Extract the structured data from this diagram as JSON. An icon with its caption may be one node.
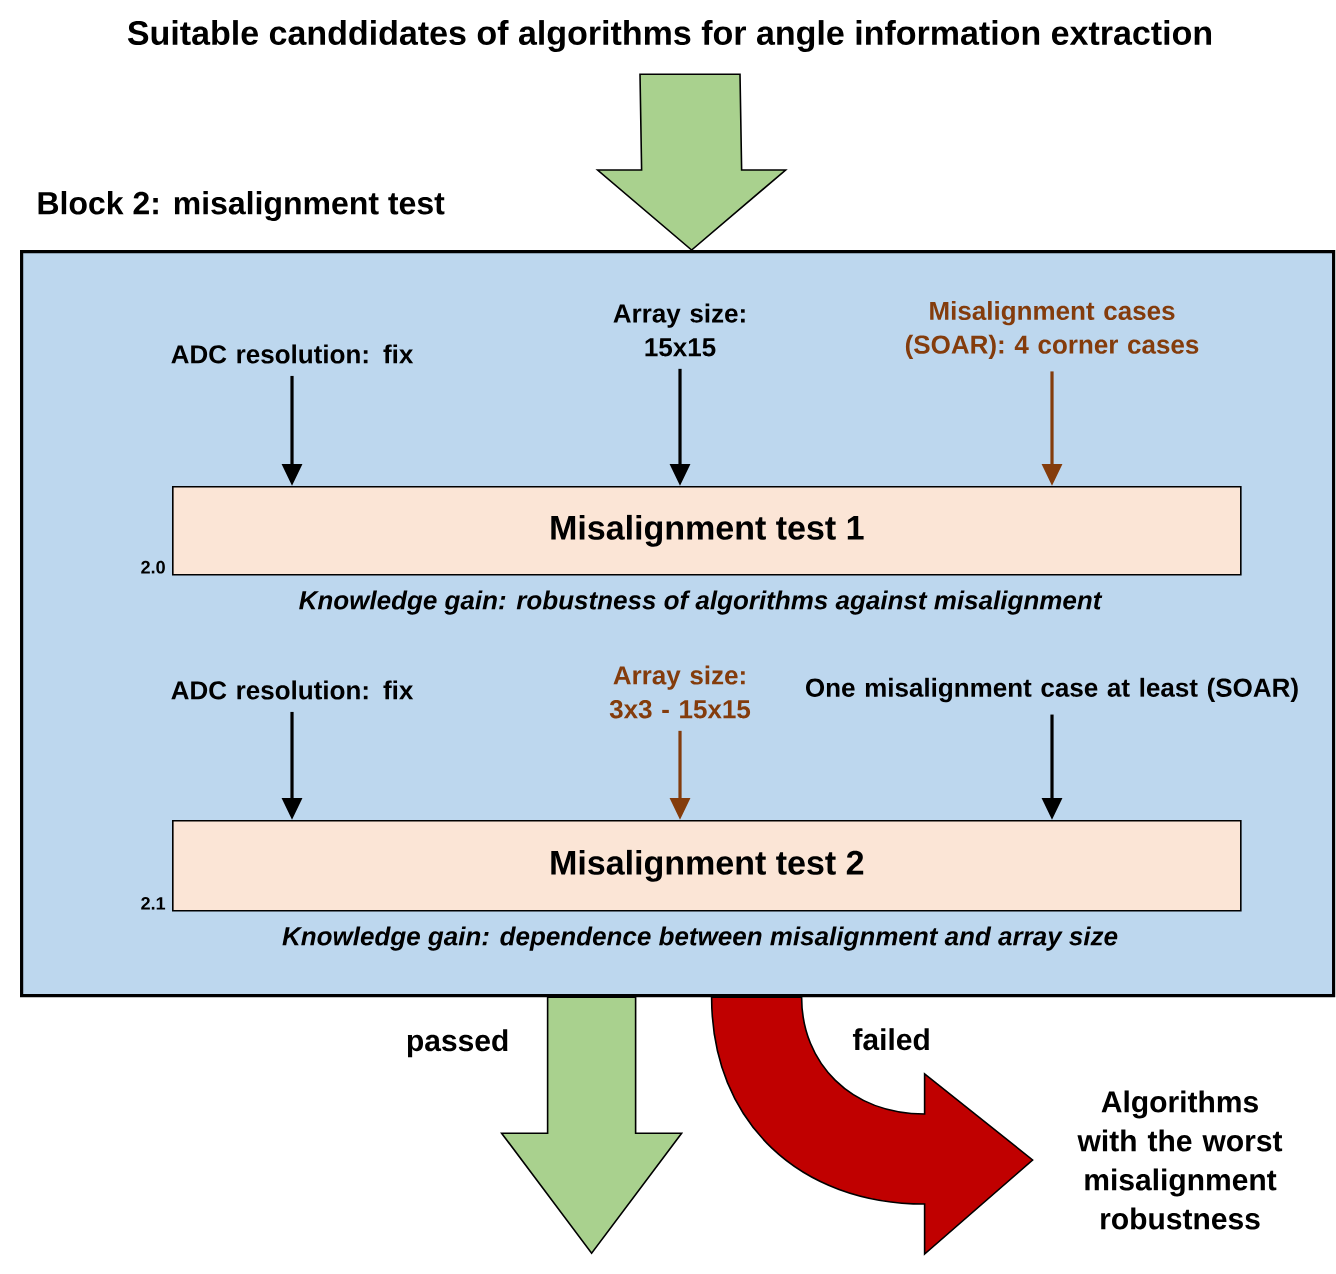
{
  "diagram": {
    "nodes": [
      {
        "text": [
          "Suitable canddidates of algorithms for angle information extraction"
        ]
      },
      {
        "text": [
          "Block 2: misalignment test"
        ]
      },
      {
        "text": [
          "ADC resolution: fix"
        ],
        "in": 1
      },
      {
        "text": [
          "Array size: 15x15"
        ],
        "in": 1
      },
      {
        "text": [
          "Misalignment cases (SOAR): 4 corner cases"
        ],
        "in": 1
      },
      {
        "text": [
          "Misalignment test 1"
        ],
        "in": 1,
        "beside": [
          "2.0",
          "Knowledge gain: robustness of algorithms against misalignment"
        ]
      },
      {
        "text": [
          "ADC resolution: fix"
        ],
        "in": 1
      },
      {
        "text": [
          "Array size: 3x3 - 15x15"
        ],
        "in": 1
      },
      {
        "text": [
          "One misalignment case at least (SOAR)"
        ],
        "in": 1
      },
      {
        "text": [
          "Misalignment test 2"
        ],
        "in": 1,
        "beside": [
          "2.1",
          "Knowledge gain: dependence between misalignment and array size"
        ]
      },
      {
        "text": [
          "Algorithms with the worst misalignment robustness"
        ]
      }
    ],
    "edges": [
      {
        "from": 0,
        "to": 1,
        "arrow": "to",
        "style": "thick",
        "color": "#a9d18e"
      },
      {
        "from": 2,
        "to": 5,
        "arrow": "to"
      },
      {
        "from": 3,
        "to": 5,
        "arrow": "to"
      },
      {
        "from": 4,
        "to": 5,
        "arrow": "to",
        "color": "#843c0c"
      },
      {
        "from": 6,
        "to": 9,
        "arrow": "to"
      },
      {
        "from": 7,
        "to": 9,
        "arrow": "to",
        "color": "#843c0c"
      },
      {
        "from": 8,
        "to": 9,
        "arrow": "to"
      },
      {
        "from": 1,
        "to": null,
        "arrow": "to",
        "label": "passed",
        "style": "thick",
        "color": "#a9d18e"
      },
      {
        "from": 1,
        "to": 10,
        "arrow": "to",
        "label": "failed",
        "style": "thick",
        "color": "#c00000"
      }
    ]
  }
}
